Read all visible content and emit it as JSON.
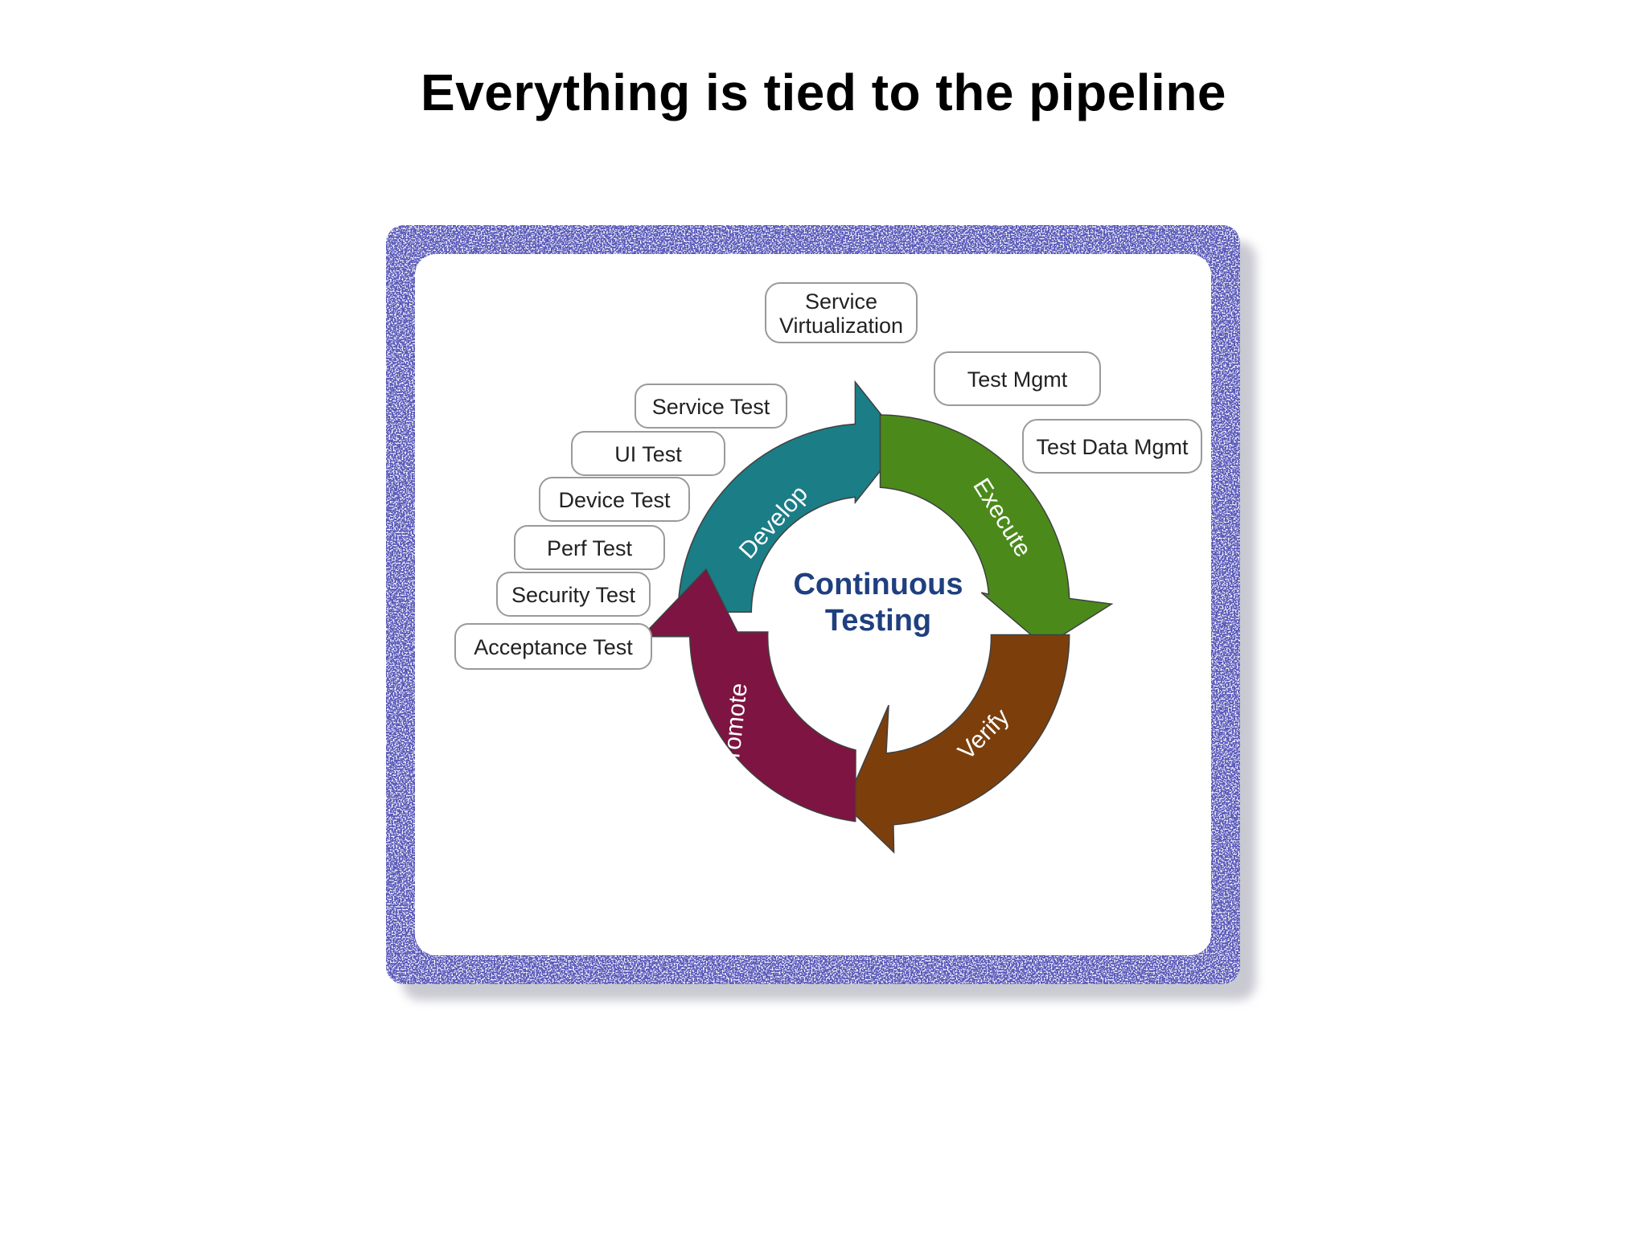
{
  "slide": {
    "title": "Everything is tied to the pipeline"
  },
  "diagram": {
    "center": {
      "line1": "Continuous",
      "line2": "Testing"
    },
    "stages": [
      {
        "label": "Develop",
        "color": "#1b7d86"
      },
      {
        "label": "Execute",
        "color": "#4b8a1a"
      },
      {
        "label": "Verify",
        "color": "#7c3f0c"
      },
      {
        "label": "Promote",
        "color": "#7e1442"
      }
    ],
    "left_tests": [
      {
        "label": "Service Test"
      },
      {
        "label": "UI Test"
      },
      {
        "label": "Device Test"
      },
      {
        "label": "Perf Test"
      },
      {
        "label": "Security Test"
      },
      {
        "label": "Acceptance Test"
      }
    ],
    "top_items": [
      {
        "label_line1": "Service",
        "label_line2": "Virtualization"
      }
    ],
    "right_items": [
      {
        "label": "Test Mgmt"
      },
      {
        "label": "Test Data Mgmt"
      }
    ],
    "border_color": "#1a1a7a"
  }
}
